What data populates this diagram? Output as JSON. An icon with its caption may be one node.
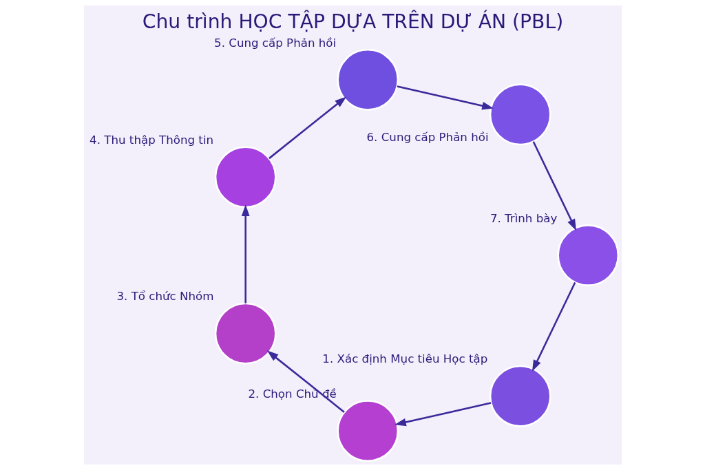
{
  "diagram": {
    "title": "Chu trình HỌC TẬP DỰA TRÊN DỰ ÁN (PBL)",
    "nodes": [
      {
        "text": [],
        "shape": "circle",
        "beside": [
          "1. Xác định Mục tiêu Học tập"
        ]
      },
      {
        "text": [],
        "shape": "circle",
        "beside": [
          "2. Chọn Chủ đề"
        ]
      },
      {
        "text": [],
        "shape": "circle",
        "beside": [
          "3. Tổ chức Nhóm"
        ]
      },
      {
        "text": [],
        "shape": "circle",
        "beside": [
          "4. Thu thập Thông tin"
        ]
      },
      {
        "text": [],
        "shape": "circle",
        "beside": [
          "5. Cung cấp Phản hồi"
        ]
      },
      {
        "text": [],
        "shape": "circle",
        "beside": [
          "6. Cung cấp Phản hồi"
        ]
      },
      {
        "text": [],
        "shape": "circle",
        "beside": [
          "7. Trình bày"
        ]
      }
    ],
    "edges": [
      {
        "from": 0,
        "to": 1,
        "arrow": "to"
      },
      {
        "from": 1,
        "to": 2,
        "arrow": "to"
      },
      {
        "from": 2,
        "to": 3,
        "arrow": "to"
      },
      {
        "from": 3,
        "to": 4,
        "arrow": "to"
      },
      {
        "from": 4,
        "to": 5,
        "arrow": "to"
      },
      {
        "from": 5,
        "to": 6,
        "arrow": "to"
      },
      {
        "from": 6,
        "to": 0,
        "arrow": "to"
      }
    ]
  }
}
